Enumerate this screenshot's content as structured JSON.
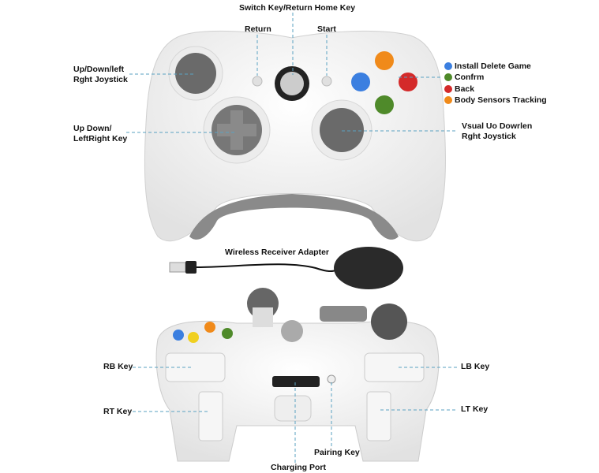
{
  "labels": {
    "home_key": "Switch Key/Return Home Key",
    "return": "Return",
    "start": "Start",
    "left_joystick": [
      "Up/Down/left",
      "Rght Joystick"
    ],
    "dpad": [
      "Up Down/",
      "LeftRight Key"
    ],
    "right_joystick": [
      "Vsual Uo Dowrlen",
      "Rght Joystick"
    ],
    "receiver": "Wireless Receiver Adapter",
    "rb": "RB Key",
    "rt": "RT Key",
    "lb": "LB Key",
    "lt": "LT Key",
    "pairing": "Pairing Key",
    "charging": "Charging Port"
  },
  "legend": [
    {
      "label": "Install Delete Game",
      "color": "#3b7fe0"
    },
    {
      "label": "Confrm",
      "color": "#4f8a2a"
    },
    {
      "label": "Back",
      "color": "#d42a2a"
    },
    {
      "label": "Body Sensors Tracking",
      "color": "#f08a1a"
    }
  ],
  "colors": {
    "leader_line": "#5aa2c2",
    "controller_body": "#f4f4f4",
    "stick": "#6a6a6a"
  }
}
